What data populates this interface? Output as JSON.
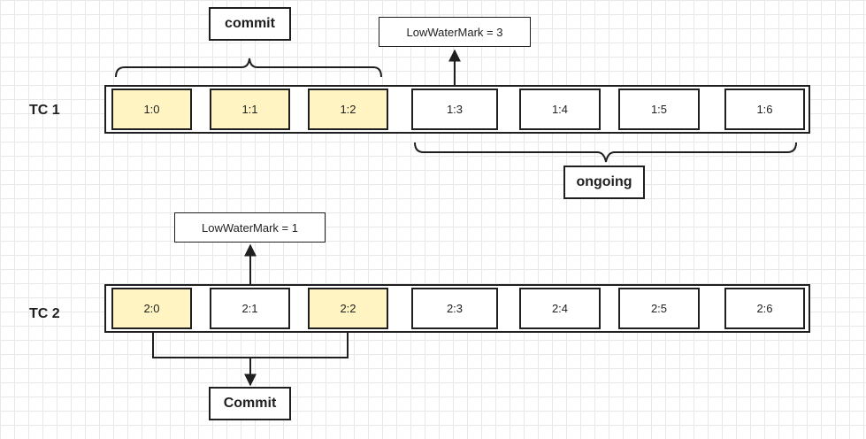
{
  "tc1": {
    "label": "TC 1",
    "cells": [
      {
        "label": "1:0",
        "state": "committed"
      },
      {
        "label": "1:1",
        "state": "committed"
      },
      {
        "label": "1:2",
        "state": "committed"
      },
      {
        "label": "1:3",
        "state": "pending"
      },
      {
        "label": "1:4",
        "state": "pending"
      },
      {
        "label": "1:5",
        "state": "pending"
      },
      {
        "label": "1:6",
        "state": "pending"
      }
    ],
    "low_water_mark": "LowWaterMark = 3",
    "commit_label": "commit",
    "ongoing_label": "ongoing"
  },
  "tc2": {
    "label": "TC 2",
    "cells": [
      {
        "label": "2:0",
        "state": "committed"
      },
      {
        "label": "2:1",
        "state": "pending"
      },
      {
        "label": "2:2",
        "state": "committed"
      },
      {
        "label": "2:3",
        "state": "pending"
      },
      {
        "label": "2:4",
        "state": "pending"
      },
      {
        "label": "2:5",
        "state": "pending"
      },
      {
        "label": "2:6",
        "state": "pending"
      }
    ],
    "low_water_mark": "LowWaterMark = 1",
    "commit_label": "Commit"
  },
  "colors": {
    "committed_fill": "#fff4c2",
    "pending_fill": "#ffffff",
    "stroke": "#1f1f1f",
    "grid": "#e8e8e8"
  }
}
